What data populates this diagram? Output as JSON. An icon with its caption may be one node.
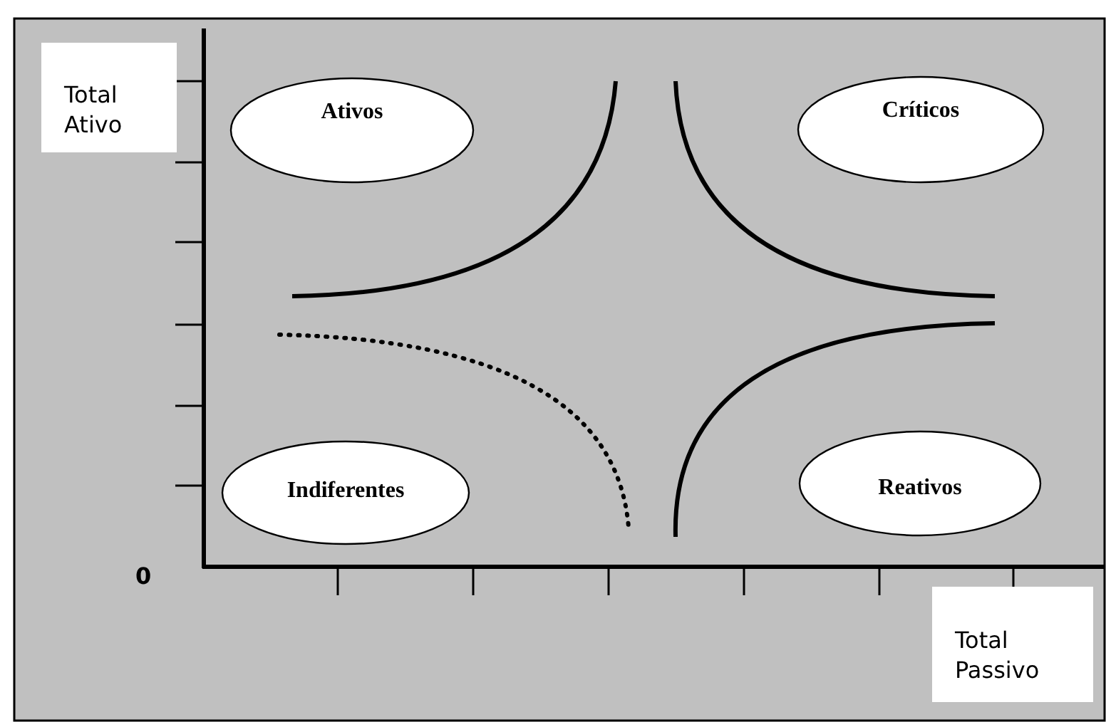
{
  "diagram": {
    "nodes": [
      {
        "text": [
          "Total Ativo"
        ]
      },
      {
        "text": [
          "Ativos"
        ]
      },
      {
        "text": [
          "Críticos"
        ]
      },
      {
        "text": [
          "Indiferentes"
        ]
      },
      {
        "text": [
          "Reativos"
        ]
      },
      {
        "text": [
          "Total Passivo"
        ]
      }
    ],
    "labels": [
      "0"
    ]
  }
}
